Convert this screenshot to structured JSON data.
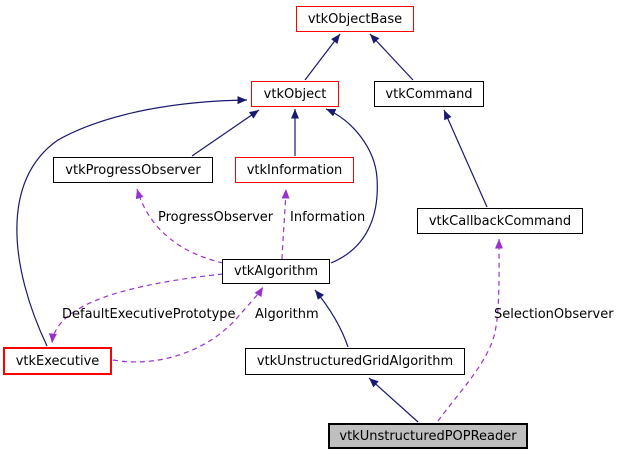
{
  "diagram_type": "class-collaboration-graph",
  "colors": {
    "inheritance_edge": "#191970",
    "usage_edge": "#9932cc",
    "red_node_border": "#ff0000",
    "node_border": "#000000",
    "focus_node_fill": "#bfbfbf",
    "background": "#ffffff"
  },
  "nodes": [
    {
      "label": "vtkObjectBase",
      "style": "red"
    },
    {
      "label": "vtkObject",
      "style": "red"
    },
    {
      "label": "vtkCommand",
      "style": "plain"
    },
    {
      "label": "vtkProgressObserver",
      "style": "plain"
    },
    {
      "label": "vtkInformation",
      "style": "red"
    },
    {
      "label": "vtkCallbackCommand",
      "style": "plain"
    },
    {
      "label": "vtkAlgorithm",
      "style": "plain"
    },
    {
      "label": "vtkExecutive",
      "style": "red"
    },
    {
      "label": "vtkUnstructuredGridAlgorithm",
      "style": "plain"
    },
    {
      "label": "vtkUnstructuredPOPReader",
      "style": "focus"
    }
  ],
  "edges": {
    "list": [
      {
        "from": "vtkObject",
        "to": "vtkObjectBase",
        "type": "inheritance",
        "label": ""
      },
      {
        "from": "vtkCommand",
        "to": "vtkObjectBase",
        "type": "inheritance",
        "label": ""
      },
      {
        "from": "vtkProgressObserver",
        "to": "vtkObject",
        "type": "inheritance",
        "label": ""
      },
      {
        "from": "vtkInformation",
        "to": "vtkObject",
        "type": "inheritance",
        "label": ""
      },
      {
        "from": "vtkCallbackCommand",
        "to": "vtkCommand",
        "type": "inheritance",
        "label": ""
      },
      {
        "from": "vtkExecutive",
        "to": "vtkObject",
        "type": "inheritance",
        "label": ""
      },
      {
        "from": "vtkAlgorithm",
        "to": "vtkObject",
        "type": "inheritance",
        "label": ""
      },
      {
        "from": "vtkUnstructuredGridAlgorithm",
        "to": "vtkAlgorithm",
        "type": "inheritance",
        "label": ""
      },
      {
        "from": "vtkUnstructuredPOPReader",
        "to": "vtkUnstructuredGridAlgorithm",
        "type": "inheritance",
        "label": ""
      },
      {
        "from": "vtkAlgorithm",
        "to": "vtkProgressObserver",
        "type": "usage",
        "label": "ProgressObserver"
      },
      {
        "from": "vtkAlgorithm",
        "to": "vtkInformation",
        "type": "usage",
        "label": "Information"
      },
      {
        "from": "vtkAlgorithm",
        "to": "vtkExecutive",
        "type": "usage",
        "label": "DefaultExecutivePrototype"
      },
      {
        "from": "vtkExecutive",
        "to": "vtkAlgorithm",
        "type": "usage",
        "label": "Algorithm"
      },
      {
        "from": "vtkUnstructuredPOPReader",
        "to": "vtkCallbackCommand",
        "type": "usage",
        "label": "SelectionObserver"
      }
    ]
  }
}
